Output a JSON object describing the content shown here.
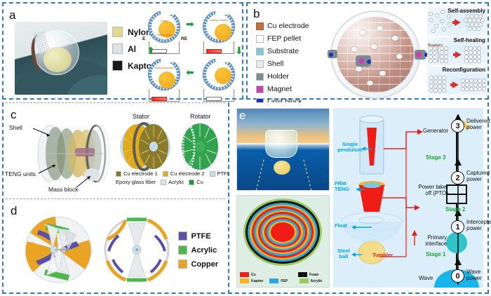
{
  "figure": {
    "panels": [
      "a",
      "b",
      "c",
      "d",
      "e"
    ]
  },
  "panel_a": {
    "letter": "a",
    "legend": [
      {
        "label": "Nylon",
        "color": "#ded98f"
      },
      {
        "label": "Al",
        "color": "#d9dde0"
      },
      {
        "label": "Kapton",
        "color": "#1a1a1a"
      }
    ],
    "cycle": {
      "core_label": "Nylon",
      "arc_label": "Kapton layer",
      "electrode_left": "E",
      "electrode_right": "RE",
      "state_forward": "Rolling Forward",
      "state_backward": "Rolling Backward"
    }
  },
  "panel_b": {
    "letter": "b",
    "legend": [
      {
        "label": "Cu electrode",
        "color": "#c0703f"
      },
      {
        "label": "FEP pellet",
        "color": "#ffffff"
      },
      {
        "label": "Substrate",
        "color": "#7fc7df"
      },
      {
        "label": "Shell",
        "color": "#e7ecef"
      },
      {
        "label": "Holder",
        "color": "#7e8a92"
      },
      {
        "label": "Magnet",
        "color": "#c83fb0"
      },
      {
        "label": "Limit block",
        "color": "#1430c9"
      }
    ],
    "processes": [
      {
        "title": "Self-assembly",
        "annotation": ""
      },
      {
        "title": "Self-healing",
        "annotation": "Rupture"
      },
      {
        "title": "Reconfiguration",
        "annotation": ""
      }
    ]
  },
  "panel_c": {
    "letter": "c",
    "callouts": [
      "Shell",
      "TENG units",
      "Mass block"
    ],
    "subtitles": [
      "Stator",
      "Rotator"
    ],
    "legend": [
      {
        "label": "Cu electrode 1",
        "color": "#8a7a2c"
      },
      {
        "label": "Cu electrode 2",
        "color": "#e0a91e"
      },
      {
        "label": "PTFE",
        "color": "#c5dcef"
      },
      {
        "label": "Epoxy glass fiber",
        "color": "#5d5d55"
      },
      {
        "label": "Acrylic",
        "color": "#dfe4e7"
      },
      {
        "label": "Cu",
        "color": "#1f9b3f"
      }
    ]
  },
  "panel_d": {
    "letter": "d",
    "legend": [
      {
        "label": "PTFE",
        "color": "#5b4fa8"
      },
      {
        "label": "Acrylic",
        "color": "#4cb84c"
      },
      {
        "label": "Copper",
        "color": "#e8a422"
      }
    ]
  },
  "panel_e": {
    "letter": "e",
    "cross_section_legend": [
      {
        "label": "Cu",
        "color": "#ef1d16"
      },
      {
        "label": "Foam",
        "color": "#101010"
      },
      {
        "label": "Kapton",
        "color": "#f5b21c"
      },
      {
        "label": "FEP",
        "color": "#29a8e0"
      },
      {
        "label": "Acrylic",
        "color": "#9acb5e"
      }
    ],
    "device_labels": [
      {
        "text": "Single pendulum",
        "color": "#00a8e8"
      },
      {
        "text": "FRM-TENG",
        "color": "#00a8e8"
      },
      {
        "text": "Float",
        "color": "#00a8e8"
      },
      {
        "text": "Steel ball",
        "color": "#00a8e8"
      },
      {
        "text": "Tumbler",
        "color": "#e2231a"
      }
    ],
    "flow_labels": [
      {
        "text": "Generator",
        "color": "#111111"
      },
      {
        "text": "Power take-off (PTO)",
        "color": "#111111"
      },
      {
        "text": "Primary interface",
        "color": "#111111"
      },
      {
        "text": "Wave",
        "color": "#111111"
      }
    ],
    "nodes": [
      {
        "id": "0",
        "label": "Wave power"
      },
      {
        "id": "1",
        "label": "Intercepted power"
      },
      {
        "id": "2",
        "label": "Captured power"
      },
      {
        "id": "3",
        "label": "Delivered power"
      }
    ],
    "stages": [
      "Stage 1",
      "Stage 2",
      "Stage 3"
    ]
  }
}
